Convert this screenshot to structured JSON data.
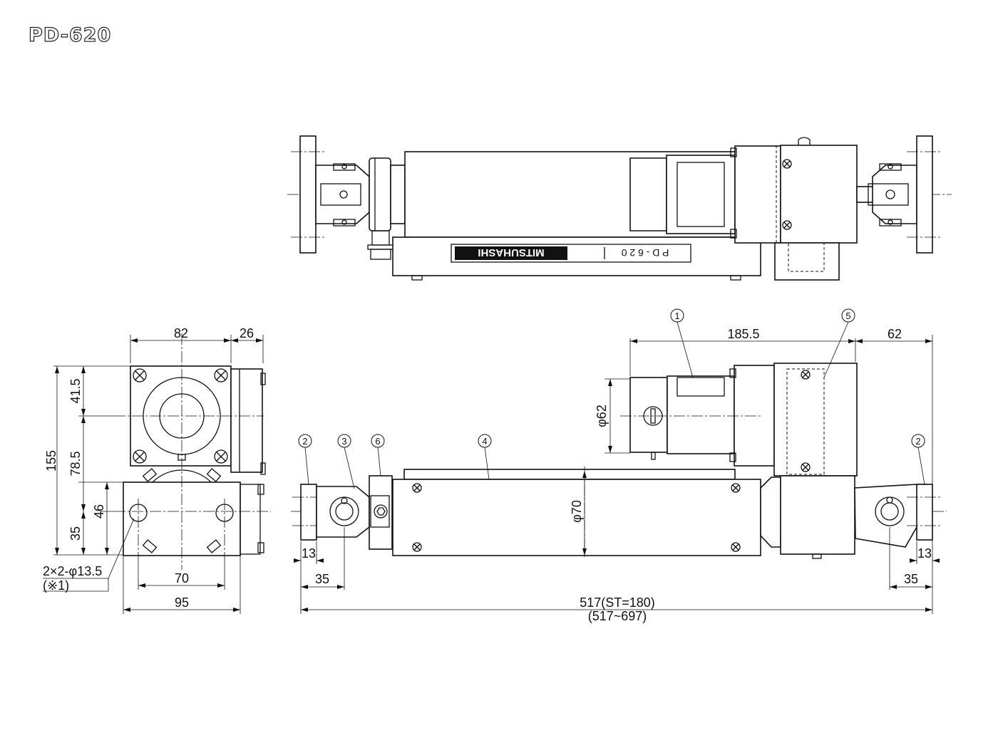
{
  "model": "PD-620",
  "nameplate": {
    "brand": "MITSUHASHI",
    "model": "P D - 6 2 0"
  },
  "balloons": {
    "b1": "1",
    "b2": "2",
    "b3": "3",
    "b4": "4",
    "b5": "5",
    "b6": "6"
  },
  "dimensions": {
    "end_width": "82",
    "end_side": "26",
    "end_height": "155",
    "end_upper": "41.5",
    "end_mid": "78.5",
    "end_lower": "35",
    "end_foot": "46",
    "end_hole_pitch": "70",
    "end_base": "95",
    "end_holes": "2×2-φ13.5",
    "end_note": "(※1)",
    "motor_length": "185.5",
    "tail_length": "62",
    "motor_dia": "φ62",
    "tube_dia": "φ70",
    "left_lug": "13",
    "right_lug": "13",
    "left_pin": "35",
    "right_pin": "35",
    "overall": "517(ST=180)",
    "overall_range": "(517~697)"
  }
}
